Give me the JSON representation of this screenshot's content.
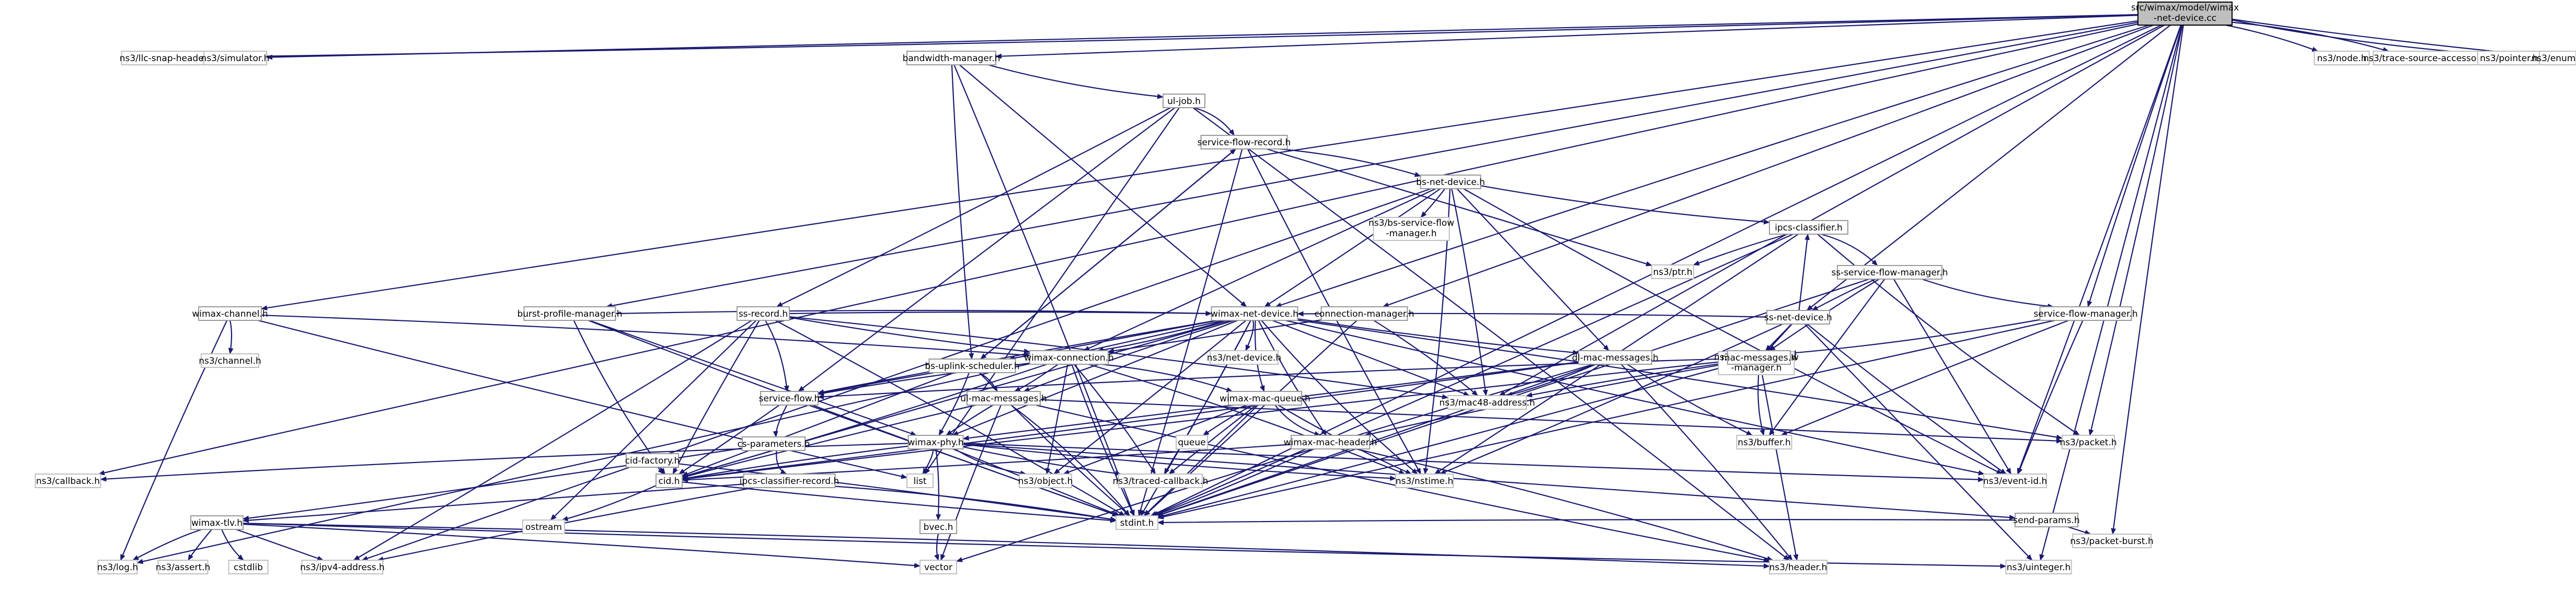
{
  "nodes": [
    {
      "id": "root",
      "lines": [
        "src/wimax/model/wimax",
        "-net-device.cc"
      ],
      "kind": "root"
    },
    {
      "id": "llc",
      "lines": [
        "ns3/llc-snap-header.h"
      ],
      "kind": "ext"
    },
    {
      "id": "simulator",
      "lines": [
        "ns3/simulator.h"
      ],
      "kind": "ext"
    },
    {
      "id": "bwmgr",
      "lines": [
        "bandwidth-manager.h"
      ],
      "kind": "int"
    },
    {
      "id": "node",
      "lines": [
        "ns3/node.h"
      ],
      "kind": "ext"
    },
    {
      "id": "tracesrc",
      "lines": [
        "ns3/trace-source-accessor.h"
      ],
      "kind": "ext"
    },
    {
      "id": "pointer",
      "lines": [
        "ns3/pointer.h"
      ],
      "kind": "ext"
    },
    {
      "id": "enum",
      "lines": [
        "ns3/enum.h"
      ],
      "kind": "ext"
    },
    {
      "id": "uljob",
      "lines": [
        "ul-job.h"
      ],
      "kind": "int"
    },
    {
      "id": "sfrecord",
      "lines": [
        "service-flow-record.h"
      ],
      "kind": "int"
    },
    {
      "id": "bsnet",
      "lines": [
        "bs-net-device.h"
      ],
      "kind": "int"
    },
    {
      "id": "bssfm",
      "lines": [
        "ns3/bs-service-flow",
        "-manager.h"
      ],
      "kind": "ext"
    },
    {
      "id": "ipcs",
      "lines": [
        "ipcs-classifier.h"
      ],
      "kind": "int"
    },
    {
      "id": "ptr",
      "lines": [
        "ns3/ptr.h"
      ],
      "kind": "ext"
    },
    {
      "id": "sssfm",
      "lines": [
        "ss-service-flow-manager.h"
      ],
      "kind": "int"
    },
    {
      "id": "burst",
      "lines": [
        "burst-profile-manager.h"
      ],
      "kind": "int"
    },
    {
      "id": "ssrecord",
      "lines": [
        "ss-record.h"
      ],
      "kind": "int"
    },
    {
      "id": "ssnet",
      "lines": [
        "ss-net-device.h"
      ],
      "kind": "int"
    },
    {
      "id": "sssfm2",
      "lines": [
        "ns3/ss-service-flow",
        "-manager.h"
      ],
      "kind": "ext"
    },
    {
      "id": "wchannel",
      "lines": [
        "wimax-channel.h"
      ],
      "kind": "int"
    },
    {
      "id": "connmgr",
      "lines": [
        "connection-manager.h"
      ],
      "kind": "int"
    },
    {
      "id": "sfm",
      "lines": [
        "service-flow-manager.h"
      ],
      "kind": "int"
    },
    {
      "id": "wnetdev",
      "lines": [
        "wimax-net-device.h"
      ],
      "kind": "int"
    },
    {
      "id": "channel",
      "lines": [
        "ns3/channel.h"
      ],
      "kind": "ext"
    },
    {
      "id": "bsupl",
      "lines": [
        "bs-uplink-scheduler.h"
      ],
      "kind": "int"
    },
    {
      "id": "wconn",
      "lines": [
        "wimax-connection.h"
      ],
      "kind": "int"
    },
    {
      "id": "netdev",
      "lines": [
        "ns3/net-device.h"
      ],
      "kind": "ext"
    },
    {
      "id": "dlmsg",
      "lines": [
        "dl-mac-messages.h"
      ],
      "kind": "int"
    },
    {
      "id": "macmsg",
      "lines": [
        "mac-messages.h"
      ],
      "kind": "int"
    },
    {
      "id": "sflow",
      "lines": [
        "service-flow.h"
      ],
      "kind": "int"
    },
    {
      "id": "ulmsg",
      "lines": [
        "ul-mac-messages.h"
      ],
      "kind": "int"
    },
    {
      "id": "macq",
      "lines": [
        "wimax-mac-queue.h"
      ],
      "kind": "int"
    },
    {
      "id": "mac48",
      "lines": [
        "ns3/mac48-address.h"
      ],
      "kind": "ext"
    },
    {
      "id": "buffer",
      "lines": [
        "ns3/buffer.h"
      ],
      "kind": "ext"
    },
    {
      "id": "packet",
      "lines": [
        "ns3/packet.h"
      ],
      "kind": "ext"
    },
    {
      "id": "csparam",
      "lines": [
        "cs-parameters.h"
      ],
      "kind": "int"
    },
    {
      "id": "cidfac",
      "lines": [
        "cid-factory.h"
      ],
      "kind": "int"
    },
    {
      "id": "wphy",
      "lines": [
        "wimax-phy.h"
      ],
      "kind": "int"
    },
    {
      "id": "queue",
      "lines": [
        "queue"
      ],
      "kind": "ext"
    },
    {
      "id": "wmachdr",
      "lines": [
        "wimax-mac-header.h"
      ],
      "kind": "int"
    },
    {
      "id": "callback",
      "lines": [
        "ns3/callback.h"
      ],
      "kind": "ext"
    },
    {
      "id": "ipcsrec",
      "lines": [
        "ipcs-classifier-record.h"
      ],
      "kind": "int"
    },
    {
      "id": "cid",
      "lines": [
        "cid.h"
      ],
      "kind": "int"
    },
    {
      "id": "list",
      "lines": [
        "list"
      ],
      "kind": "ext"
    },
    {
      "id": "object",
      "lines": [
        "ns3/object.h"
      ],
      "kind": "ext"
    },
    {
      "id": "traced",
      "lines": [
        "ns3/traced-callback.h"
      ],
      "kind": "ext"
    },
    {
      "id": "nstime",
      "lines": [
        "ns3/nstime.h"
      ],
      "kind": "ext"
    },
    {
      "id": "eventid",
      "lines": [
        "ns3/event-id.h"
      ],
      "kind": "ext"
    },
    {
      "id": "sendparams",
      "lines": [
        "send-params.h"
      ],
      "kind": "int"
    },
    {
      "id": "wtlv",
      "lines": [
        "wimax-tlv.h"
      ],
      "kind": "int"
    },
    {
      "id": "ostream",
      "lines": [
        "ostream"
      ],
      "kind": "ext"
    },
    {
      "id": "stdint",
      "lines": [
        "stdint.h"
      ],
      "kind": "ext"
    },
    {
      "id": "bvec",
      "lines": [
        "bvec.h"
      ],
      "kind": "int"
    },
    {
      "id": "pktburst",
      "lines": [
        "ns3/packet-burst.h"
      ],
      "kind": "ext"
    },
    {
      "id": "log",
      "lines": [
        "ns3/log.h"
      ],
      "kind": "ext"
    },
    {
      "id": "assert",
      "lines": [
        "ns3/assert.h"
      ],
      "kind": "ext"
    },
    {
      "id": "cstdlib",
      "lines": [
        "cstdlib"
      ],
      "kind": "ext"
    },
    {
      "id": "ipv4",
      "lines": [
        "ns3/ipv4-address.h"
      ],
      "kind": "ext"
    },
    {
      "id": "vector",
      "lines": [
        "vector"
      ],
      "kind": "ext"
    },
    {
      "id": "header",
      "lines": [
        "ns3/header.h"
      ],
      "kind": "ext"
    },
    {
      "id": "uinteger",
      "lines": [
        "ns3/uinteger.h"
      ],
      "kind": "ext"
    }
  ],
  "edges": [
    [
      "root",
      "llc"
    ],
    [
      "root",
      "simulator"
    ],
    [
      "root",
      "bwmgr"
    ],
    [
      "root",
      "node"
    ],
    [
      "root",
      "tracesrc"
    ],
    [
      "root",
      "pointer"
    ],
    [
      "root",
      "enum"
    ],
    [
      "root",
      "wchannel"
    ],
    [
      "root",
      "burst"
    ],
    [
      "root",
      "wnetdev"
    ],
    [
      "root",
      "connmgr"
    ],
    [
      "root",
      "sfm"
    ],
    [
      "root",
      "ssnet"
    ],
    [
      "root",
      "packet"
    ],
    [
      "root",
      "callback"
    ],
    [
      "root",
      "stdint"
    ],
    [
      "root",
      "pktburst"
    ],
    [
      "root",
      "uinteger"
    ],
    [
      "root",
      "eventid"
    ],
    [
      "root",
      "mac48"
    ],
    [
      "bwmgr",
      "uljob"
    ],
    [
      "bwmgr",
      "bsupl"
    ],
    [
      "bwmgr",
      "wnetdev"
    ],
    [
      "bwmgr",
      "stdint"
    ],
    [
      "uljob",
      "sfrecord"
    ],
    [
      "uljob",
      "ssrecord"
    ],
    [
      "uljob",
      "sflow"
    ],
    [
      "uljob",
      "list"
    ],
    [
      "uljob",
      "header"
    ],
    [
      "sfrecord",
      "bsnet"
    ],
    [
      "sfrecord",
      "bsupl"
    ],
    [
      "sfrecord",
      "nstime"
    ],
    [
      "sfrecord",
      "ptr"
    ],
    [
      "sfrecord",
      "stdint"
    ],
    [
      "bsnet",
      "bssfm"
    ],
    [
      "bsnet",
      "ipcs"
    ],
    [
      "bsnet",
      "wnetdev"
    ],
    [
      "bsnet",
      "dlmsg"
    ],
    [
      "bsnet",
      "mac48"
    ],
    [
      "bsnet",
      "nstime"
    ],
    [
      "bsnet",
      "eventid"
    ],
    [
      "bsnet",
      "ipv4"
    ],
    [
      "bsnet",
      "wconn"
    ],
    [
      "ipcs",
      "ptr"
    ],
    [
      "ipcs",
      "sssfm"
    ],
    [
      "ipcs",
      "packet"
    ],
    [
      "ipcs",
      "stdint"
    ],
    [
      "ipcs",
      "nstime"
    ],
    [
      "sssfm",
      "ssnet"
    ],
    [
      "sssfm",
      "macmsg"
    ],
    [
      "sssfm",
      "sfm"
    ],
    [
      "sssfm",
      "buffer"
    ],
    [
      "sssfm",
      "eventid"
    ],
    [
      "sssfm",
      "stdint"
    ],
    [
      "burst",
      "wnetdev"
    ],
    [
      "burst",
      "cid"
    ],
    [
      "burst",
      "stdint"
    ],
    [
      "burst",
      "wphy"
    ],
    [
      "ssrecord",
      "wnetdev"
    ],
    [
      "ssrecord",
      "sflow"
    ],
    [
      "ssrecord",
      "ipv4"
    ],
    [
      "ssrecord",
      "wconn"
    ],
    [
      "ssrecord",
      "ostream"
    ],
    [
      "ssrecord",
      "stdint"
    ],
    [
      "ssrecord",
      "mac48"
    ],
    [
      "ssrecord",
      "cid"
    ],
    [
      "ssnet",
      "sssfm2"
    ],
    [
      "ssnet",
      "ipcs"
    ],
    [
      "ssnet",
      "wnetdev"
    ],
    [
      "ssnet",
      "macmsg"
    ],
    [
      "ssnet",
      "nstime"
    ],
    [
      "ssnet",
      "eventid"
    ],
    [
      "ssnet",
      "uinteger"
    ],
    [
      "wchannel",
      "channel"
    ],
    [
      "wchannel",
      "wconn"
    ],
    [
      "wchannel",
      "log"
    ],
    [
      "wchannel",
      "list"
    ],
    [
      "connmgr",
      "wconn"
    ],
    [
      "connmgr",
      "mac48"
    ],
    [
      "connmgr",
      "stdint"
    ],
    [
      "sfm",
      "macmsg"
    ],
    [
      "sfm",
      "eventid"
    ],
    [
      "sfm",
      "stdint"
    ],
    [
      "sfm",
      "buffer"
    ],
    [
      "wnetdev",
      "netdev"
    ],
    [
      "wnetdev",
      "wconn"
    ],
    [
      "wnetdev",
      "dlmsg"
    ],
    [
      "wnetdev",
      "bsupl"
    ],
    [
      "wnetdev",
      "sflow"
    ],
    [
      "wnetdev",
      "ulmsg"
    ],
    [
      "wnetdev",
      "macq"
    ],
    [
      "wnetdev",
      "wmachdr"
    ],
    [
      "wnetdev",
      "wphy"
    ],
    [
      "wnetdev",
      "cid"
    ],
    [
      "wnetdev",
      "traced"
    ],
    [
      "wnetdev",
      "nstime"
    ],
    [
      "wnetdev",
      "eventid"
    ],
    [
      "wnetdev",
      "mac48"
    ],
    [
      "wnetdev",
      "packet"
    ],
    [
      "wnetdev",
      "stdint"
    ],
    [
      "wnetdev",
      "object"
    ],
    [
      "wnetdev",
      "log"
    ],
    [
      "bsupl",
      "sflow"
    ],
    [
      "bsupl",
      "ulmsg"
    ],
    [
      "bsupl",
      "wphy"
    ],
    [
      "bsupl",
      "sfrecord"
    ],
    [
      "bsupl",
      "stdint"
    ],
    [
      "bsupl",
      "cid"
    ],
    [
      "wconn",
      "sflow"
    ],
    [
      "wconn",
      "macq"
    ],
    [
      "wconn",
      "cid"
    ],
    [
      "wconn",
      "stdint"
    ],
    [
      "wconn",
      "object"
    ],
    [
      "wconn",
      "traced"
    ],
    [
      "wconn",
      "nstime"
    ],
    [
      "wconn",
      "ulmsg"
    ],
    [
      "dlmsg",
      "cid"
    ],
    [
      "dlmsg",
      "stdint"
    ],
    [
      "dlmsg",
      "header"
    ],
    [
      "dlmsg",
      "vector"
    ],
    [
      "dlmsg",
      "mac48"
    ],
    [
      "dlmsg",
      "buffer"
    ],
    [
      "dlmsg",
      "wphy"
    ],
    [
      "macmsg",
      "cid"
    ],
    [
      "macmsg",
      "sflow"
    ],
    [
      "macmsg",
      "buffer"
    ],
    [
      "macmsg",
      "stdint"
    ],
    [
      "macmsg",
      "header"
    ],
    [
      "macmsg",
      "mac48"
    ],
    [
      "macmsg",
      "wmachdr"
    ],
    [
      "sflow",
      "csparam"
    ],
    [
      "sflow",
      "cid"
    ],
    [
      "sflow",
      "stdint"
    ],
    [
      "ulmsg",
      "cid"
    ],
    [
      "ulmsg",
      "stdint"
    ],
    [
      "ulmsg",
      "header"
    ],
    [
      "ulmsg",
      "vector"
    ],
    [
      "ulmsg",
      "packet"
    ],
    [
      "ulmsg",
      "wphy"
    ],
    [
      "macq",
      "queue"
    ],
    [
      "macq",
      "wmachdr"
    ],
    [
      "macq",
      "nstime"
    ],
    [
      "macq",
      "object"
    ],
    [
      "macq",
      "traced"
    ],
    [
      "macq",
      "stdint"
    ],
    [
      "csparam",
      "ipcsrec"
    ],
    [
      "csparam",
      "wtlv"
    ],
    [
      "cidfac",
      "cid"
    ],
    [
      "cidfac",
      "stdint"
    ],
    [
      "wphy",
      "callback"
    ],
    [
      "wphy",
      "nstime"
    ],
    [
      "wphy",
      "eventid"
    ],
    [
      "wphy",
      "sendparams"
    ],
    [
      "wphy",
      "bvec"
    ],
    [
      "wphy",
      "list"
    ],
    [
      "wphy",
      "object"
    ],
    [
      "wphy",
      "traced"
    ],
    [
      "wphy",
      "stdint"
    ],
    [
      "wphy",
      "cid"
    ],
    [
      "wmachdr",
      "header"
    ],
    [
      "wmachdr",
      "stdint"
    ],
    [
      "wmachdr",
      "cid"
    ],
    [
      "ipcsrec",
      "wtlv"
    ],
    [
      "ipcsrec",
      "ipv4"
    ],
    [
      "ipcsrec",
      "stdint"
    ],
    [
      "cid",
      "ostream"
    ],
    [
      "cid",
      "stdint"
    ],
    [
      "sendparams",
      "pktburst"
    ],
    [
      "sendparams",
      "stdint"
    ],
    [
      "wtlv",
      "log"
    ],
    [
      "wtlv",
      "assert"
    ],
    [
      "wtlv",
      "cstdlib"
    ],
    [
      "wtlv",
      "ipv4"
    ],
    [
      "wtlv",
      "vector"
    ],
    [
      "wtlv",
      "header"
    ],
    [
      "wtlv",
      "uinteger"
    ],
    [
      "bvec",
      "vector"
    ]
  ]
}
